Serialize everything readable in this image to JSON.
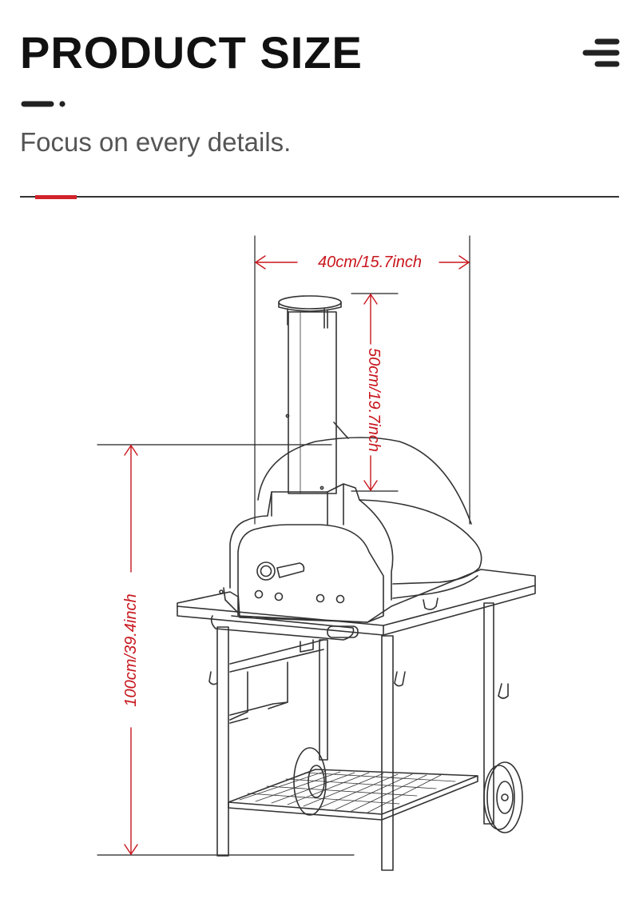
{
  "header": {
    "title": "PRODUCT SIZE",
    "subtitle": "Focus on every details."
  },
  "icons": {
    "menu": "menu-lines-icon",
    "dash": "dash-dot-icon"
  },
  "colors": {
    "accent": "#d2232a",
    "dimension": "#c8161d",
    "title": "#111111",
    "subtitle": "#555555",
    "line": "#333333"
  },
  "dimensions": {
    "width": "40cm/15.7inch",
    "chimney_height": "50cm/19.7inch",
    "total_height": "100cm/39.4inch"
  }
}
